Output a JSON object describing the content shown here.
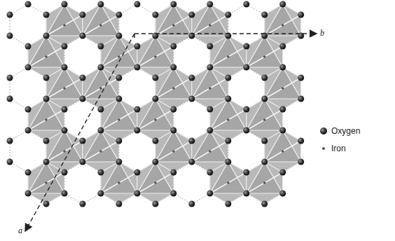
{
  "diagram": {
    "labels": [
      "a",
      "b"
    ],
    "legend": [
      {
        "text": "Oxygen"
      },
      {
        "text": "Iron"
      }
    ]
  }
}
